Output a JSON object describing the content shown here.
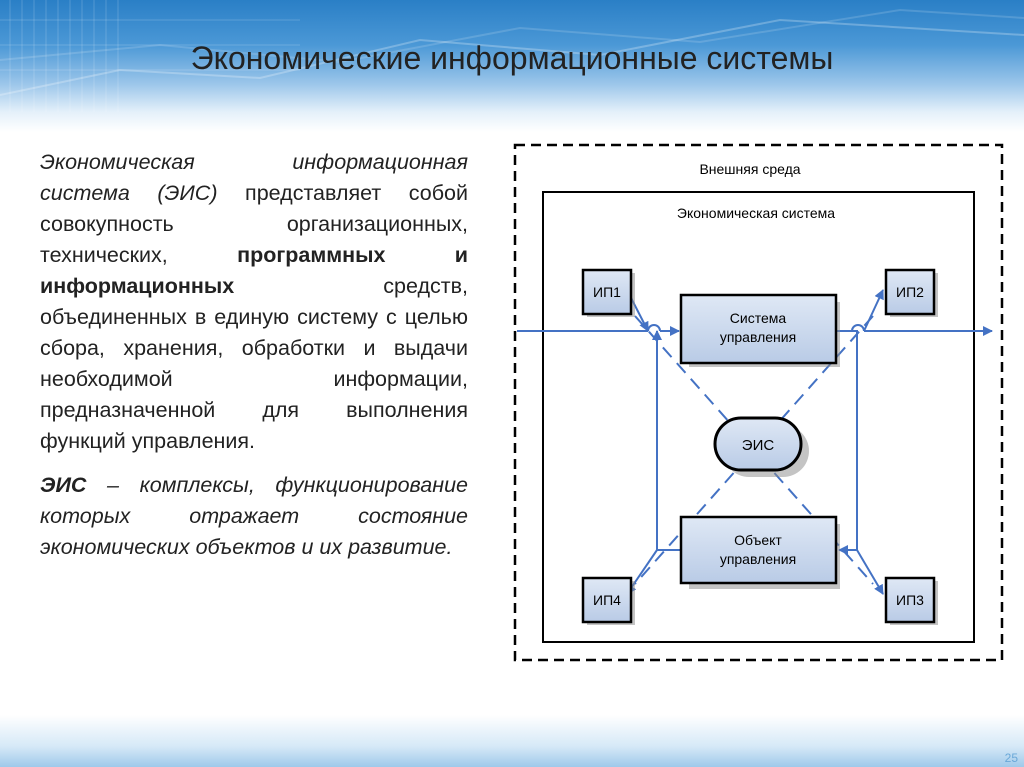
{
  "title": "Экономические информационные системы",
  "definition": {
    "italic": "Экономическая информационная система (ЭИС)",
    "text1": " представляет собой совокупность организационных, технических, ",
    "bold": "программных и информационных",
    "text2": " средств, объединенных в единую систему с целью сбора, хранения, обработки и выдачи необходимой информации, предназначенной для выполнения функций управления."
  },
  "eis_def": {
    "term": "ЭИС",
    "rest": " – комплексы, функционирование которых отражает состояние экономических объектов и их развитие."
  },
  "diagram": {
    "outer_label": "Внешняя среда",
    "inner_label": "Экономическая система",
    "mgmt_line1": "Система",
    "mgmt_line2": "управления",
    "obj_line1": "Объект",
    "obj_line2": "управления",
    "eis": "ЭИС",
    "ip1": "ИП1",
    "ip2": "ИП2",
    "ip3": "ИП3",
    "ip4": "ИП4",
    "arrow_color": "#4472c4",
    "box_fill": "#c9d7ec"
  },
  "slide_number": "25"
}
